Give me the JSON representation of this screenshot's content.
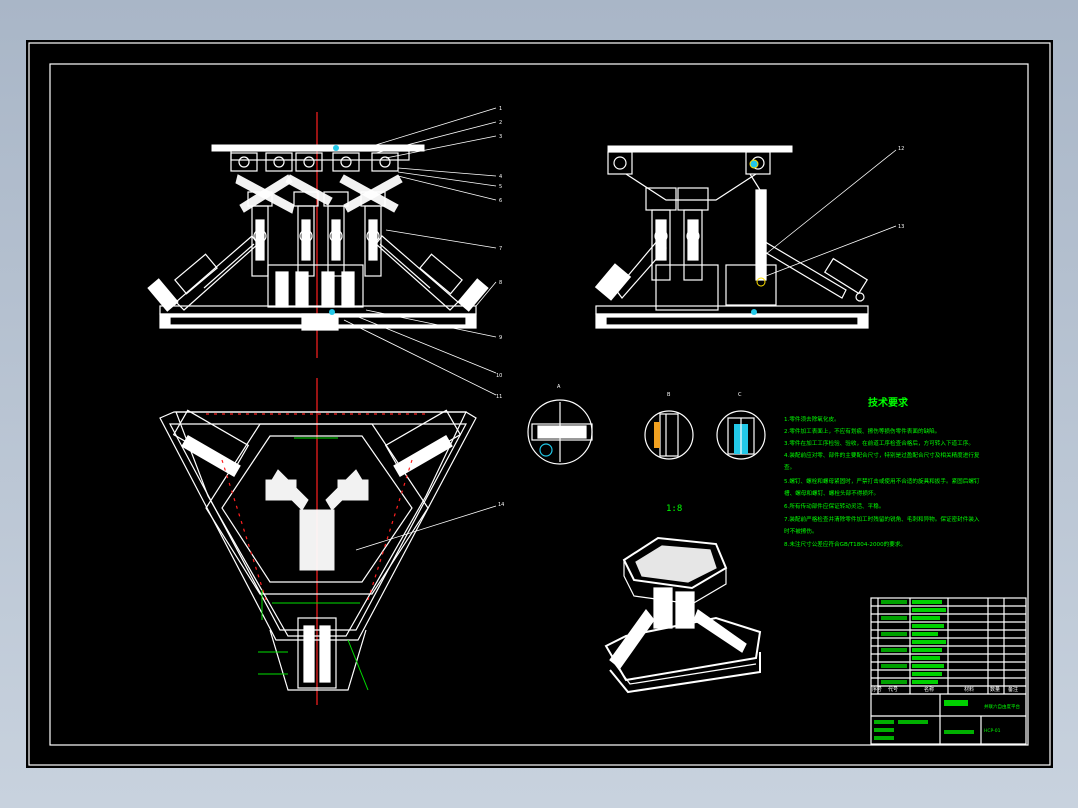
{
  "drawing": {
    "part_callouts": [
      "1",
      "2",
      "3",
      "4",
      "5",
      "6",
      "7",
      "8",
      "9",
      "10",
      "11",
      "12",
      "13",
      "14"
    ],
    "detail_labels": [
      "A",
      "B",
      "C"
    ],
    "scale_label": "1:8",
    "technical_requirements": {
      "title": "技术要求",
      "lines": [
        "1.零件须去除氧化皮。",
        "2.零件加工表面上，不应有划痕、擦伤等损伤零件表面的缺陷。",
        "3.零件在加工工序检验、验收，在前道工序检查合格后，方可转入下道工序。",
        "4.装配前应对零、部件的主要配合尺寸，特别是过盈配合尺寸及相关精度进行复",
        "查。",
        "5.螺钉、螺栓和螺母紧固时，严禁打击或使用不合适的旋具和扳手。紧固后螺钉",
        "槽、螺母和螺钉、螺栓头部不得损坏。",
        "6.所有传动部件应保证转动灵活、平稳。",
        "7.装配前严格检查并清除零件加工时残留的锐角、毛刺和异物。保证密封件装入",
        "时不被擦伤。",
        "8.未注尺寸公差应符合GB/T1804-2000的要求。"
      ]
    },
    "title_block": {
      "headers": [
        "序号",
        "代号",
        "名称",
        "数量",
        "材料",
        "备注"
      ],
      "product_name": "并联六自由度平台",
      "drawing_no": "HCP-01"
    }
  }
}
